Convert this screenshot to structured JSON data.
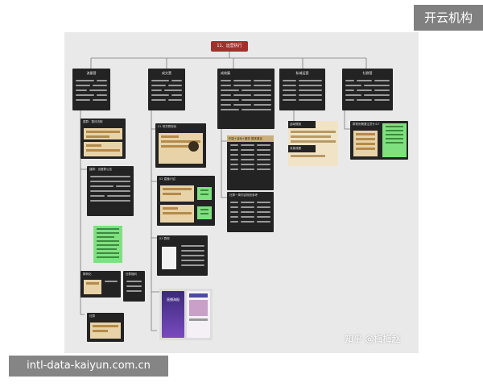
{
  "watermark": {
    "brand": "开云机构",
    "url": "intl-data-kaiyun.com.cn",
    "zhihu": "知乎 @梅梅赵"
  },
  "root": {
    "title": "11、运营执行"
  },
  "branches": [
    {
      "id": "b1",
      "title": "流量营"
    },
    {
      "id": "b2",
      "title": "成交营"
    },
    {
      "id": "b3",
      "title": "成效篇"
    },
    {
      "id": "b4",
      "title": "私域运营"
    },
    {
      "id": "b5",
      "title": "社群营"
    }
  ],
  "cards": {
    "c1": "建群：整体流程",
    "c2": "建群：设置群公告",
    "c3": "01 带货群规划",
    "c4": "02 直播介绍",
    "c5": "03 群规",
    "c6": "内容+活动+服务 整体建议",
    "c7": "社群一周内容规划参考",
    "c8": "活动规划",
    "c9": "群转化",
    "c10": "社群福利",
    "c11": "群规则需要注意什么?",
    "c12": "社群",
    "c13": "对接流程",
    "c14": "直播海报"
  },
  "colors": {
    "root": "#a1302c",
    "dark_card": "#232323",
    "gold_card": "#e8d3a8",
    "green_card": "#7fe07f",
    "canvas": "#e9e9e9"
  }
}
